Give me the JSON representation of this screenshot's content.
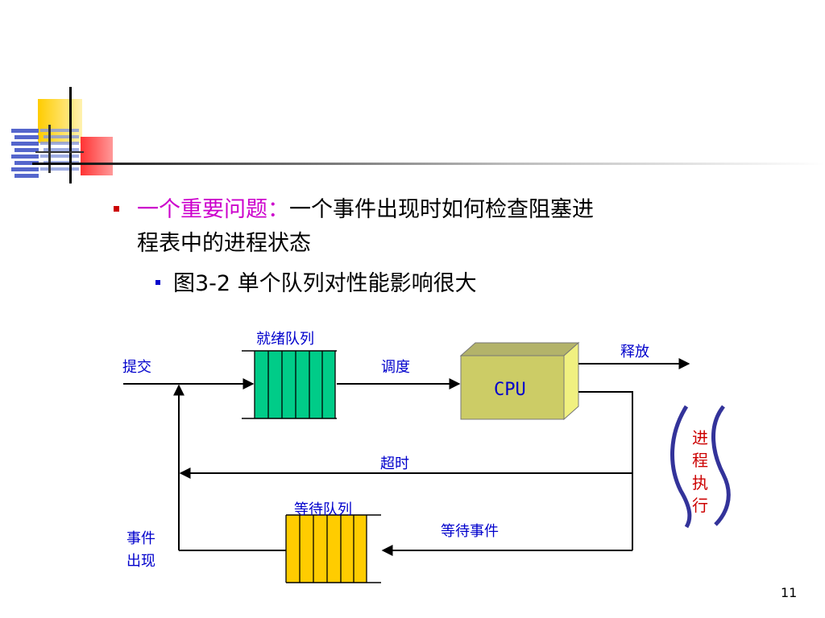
{
  "slide": {
    "bullet1": {
      "highlight": "一个重要问题：",
      "text_line1": "一个事件出现时如何检查阻塞进",
      "text_line2": "程表中的进程状态"
    },
    "bullet2": "图3-2  单个队列对性能影响很大",
    "page_number": "11"
  },
  "diagram": {
    "ready_queue_label": "就绪队列",
    "submit_label": "提交",
    "dispatch_label": "调度",
    "cpu_label": "CPU",
    "release_label": "释放",
    "timeout_label": "超时",
    "wait_queue_label": "等待队列",
    "wait_event_label": "等待事件",
    "event_occurs_label_1": "事件",
    "event_occurs_label_2": "出现",
    "process_exec_chars": [
      "进",
      "程",
      "执",
      "行"
    ]
  },
  "colors": {
    "ready_queue": "#00cc88",
    "wait_queue": "#ffcc00",
    "cpu_box": "#cccc66",
    "highlight": "#cc00cc",
    "label_blue": "#0000cc",
    "label_red": "#cc0000"
  }
}
